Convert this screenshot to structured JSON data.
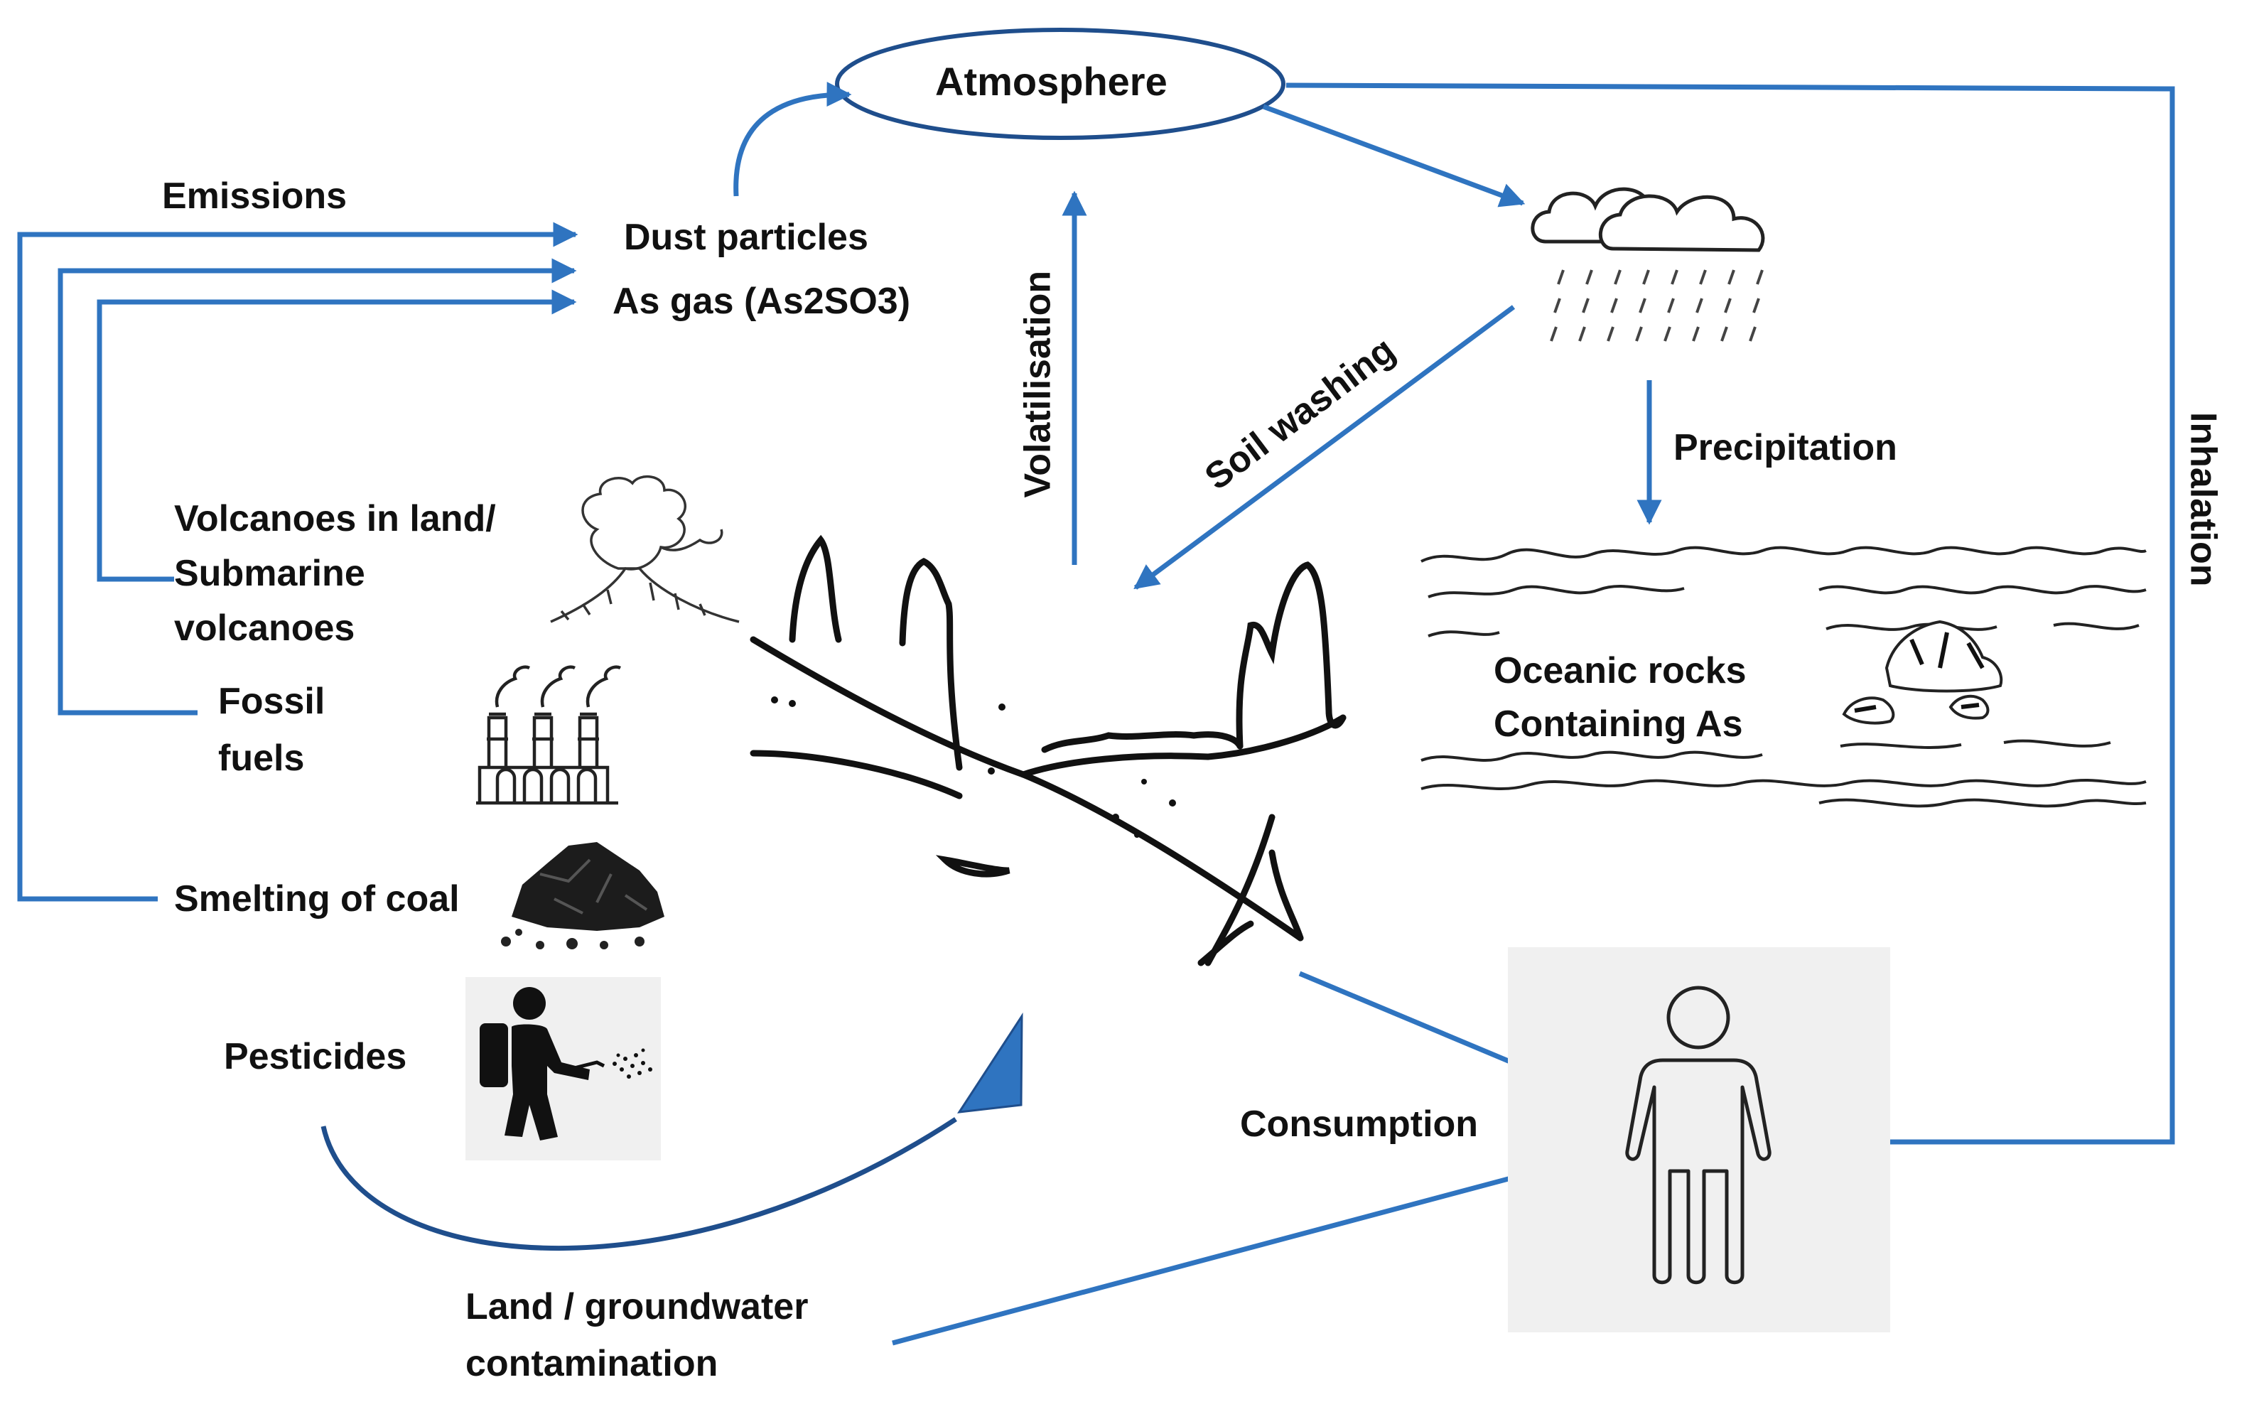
{
  "diagram": {
    "atmosphere": "Atmosphere",
    "emissions": "Emissions",
    "dust_particles": "Dust particles",
    "as_gas": "As gas (As2SO3)",
    "volatilisation": "Volatilisation",
    "soil_washing": "Soil washing",
    "precipitation": "Precipitation",
    "inhalation": "Inhalation",
    "volcanoes_line1": "Volcanoes in land/",
    "volcanoes_line2": "Submarine",
    "volcanoes_line3": "volcanoes",
    "fossil_line1": "Fossil",
    "fossil_line2": "fuels",
    "smelting": "Smelting of coal",
    "pesticides": "Pesticides",
    "oceanic_line1": "Oceanic rocks",
    "oceanic_line2": "Containing As",
    "consumption": "Consumption",
    "land_line1": "Land / groundwater",
    "land_line2": "contamination"
  },
  "colors": {
    "arrow": "#2f74c0",
    "arrow_dark": "#1f4e8c",
    "text": "#111111",
    "icon": "#1a1a1a",
    "panel": "#f0f0f0"
  },
  "icons": [
    "volcano-icon",
    "factory-icon",
    "coal-icon",
    "sprayer-icon",
    "cloud-rain-icon",
    "person-icon",
    "landscape-illustration",
    "ocean-illustration"
  ]
}
